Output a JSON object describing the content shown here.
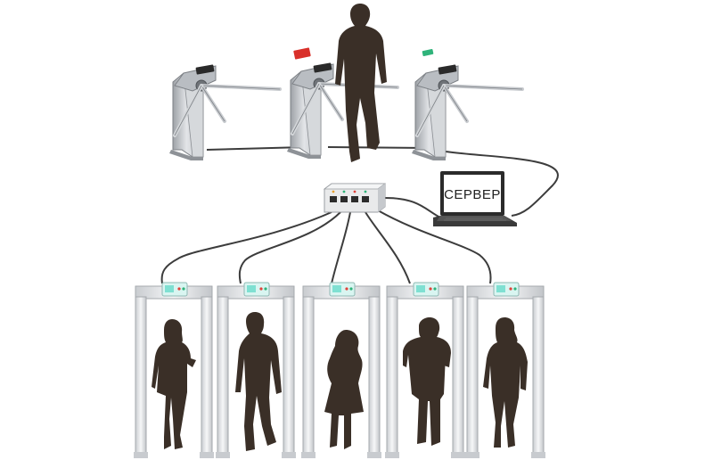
{
  "server": {
    "label": "СЕРВЕР"
  },
  "colors": {
    "silhouette": "#3a2f27",
    "cable": "#3c3c3c",
    "turnstile_body": "#c9ccd0",
    "turnstile_dark": "#8e9297",
    "turnstile_red_light": "#d9302a",
    "turnstile_green_light": "#2fb37a",
    "detector_frame": "#e2e4e6",
    "detector_panel": "#bcefe8",
    "laptop_body": "#2b2b2b",
    "switch_body": "#e9eaeb"
  },
  "icons": {
    "turnstiles": [
      "tripod-turnstile-icon",
      "tripod-turnstile-icon",
      "tripod-turnstile-icon"
    ],
    "switch": "network-switch-icon",
    "server": "laptop-icon",
    "detectors": [
      "walk-through-metal-detector-icon",
      "walk-through-metal-detector-icon",
      "walk-through-metal-detector-icon",
      "walk-through-metal-detector-icon",
      "walk-through-metal-detector-icon"
    ],
    "people": [
      "woman-with-phone-silhouette",
      "man-walking-silhouette",
      "woman-in-dress-silhouette",
      "man-on-phone-silhouette",
      "woman-walking-silhouette",
      "man-passing-turnstile-silhouette"
    ]
  }
}
